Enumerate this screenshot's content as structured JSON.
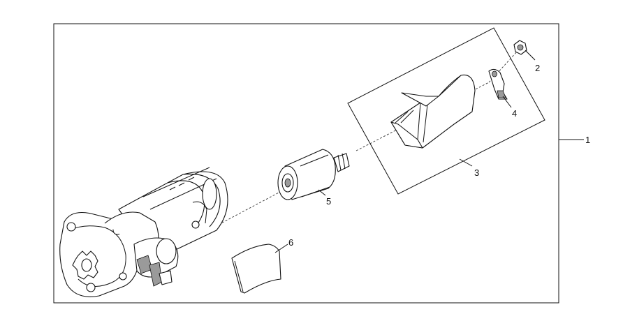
{
  "diagram": {
    "callouts": [
      {
        "id": "1",
        "label": "1"
      },
      {
        "id": "2",
        "label": "2"
      },
      {
        "id": "3",
        "label": "3"
      },
      {
        "id": "4",
        "label": "4"
      },
      {
        "id": "5",
        "label": "5"
      },
      {
        "id": "6",
        "label": "6"
      }
    ],
    "parts": [
      {
        "id": "starter-motor",
        "icon": "starter-motor-assembly"
      },
      {
        "id": "nut",
        "icon": "nut"
      },
      {
        "id": "protective-cap",
        "icon": "boot-cover"
      },
      {
        "id": "terminal-lug",
        "icon": "terminal-lug"
      },
      {
        "id": "solenoid",
        "icon": "solenoid-switch"
      },
      {
        "id": "gasket",
        "icon": "gasket-sheet"
      }
    ]
  }
}
